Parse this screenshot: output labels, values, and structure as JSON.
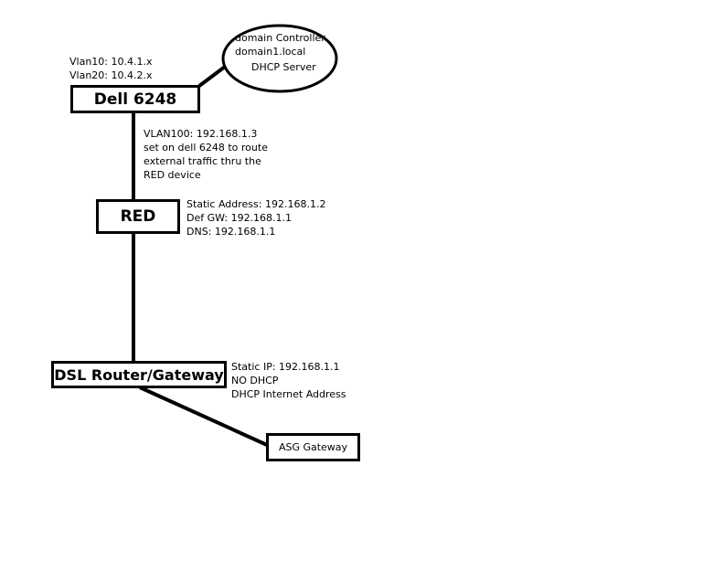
{
  "nodes": {
    "dell": {
      "label": "Dell 6248"
    },
    "red": {
      "label": "RED"
    },
    "dsl": {
      "label": "DSL Router/Gateway"
    },
    "asg": {
      "label": "ASG Gateway"
    },
    "dc": {
      "line1": "domain Controller",
      "line2": "domain1.local",
      "line3": "DHCP Server"
    }
  },
  "annotations": {
    "vlans": {
      "line1": "Vlan10: 10.4.1.x",
      "line2": "Vlan20: 10.4.2.x"
    },
    "vlan100": {
      "line1": "VLAN100: 192.168.1.3",
      "line2": "set on dell 6248 to route",
      "line3": "external traffic thru the",
      "line4": "RED device"
    },
    "red_info": {
      "line1": "Static Address: 192.168.1.2",
      "line2": "Def GW: 192.168.1.1",
      "line3": "DNS: 192.168.1.1"
    },
    "dsl_info": {
      "line1": "Static IP: 192.168.1.1",
      "line2": "NO DHCP",
      "line3": "DHCP Internet Address"
    }
  },
  "colors": {
    "stroke": "#000000",
    "background": "#ffffff"
  }
}
